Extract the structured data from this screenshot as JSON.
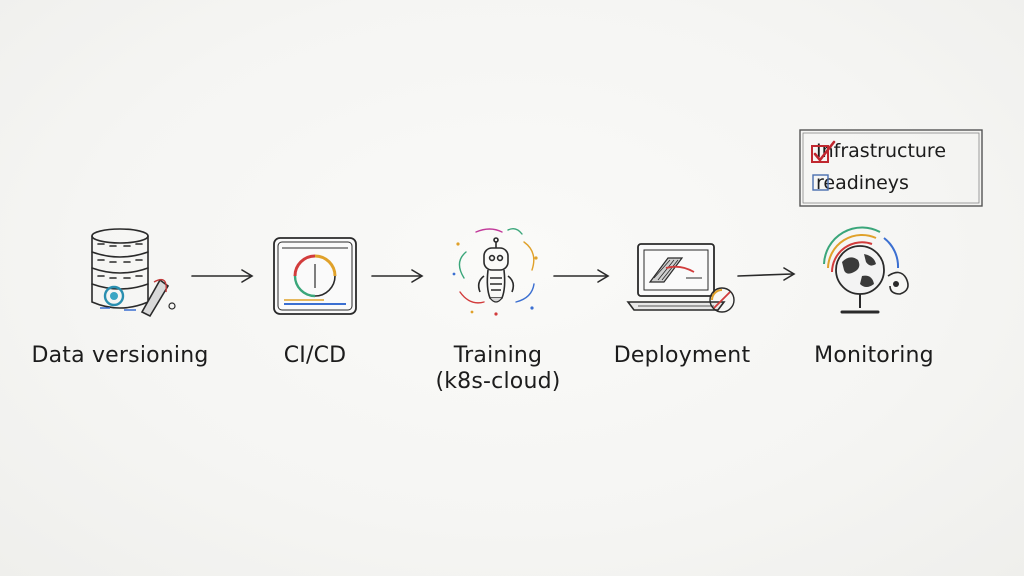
{
  "diagram": {
    "stages": [
      {
        "id": "data-versioning",
        "label": "Data versioning",
        "icon": "database-icon"
      },
      {
        "id": "ci-cd",
        "label": "CI/CD",
        "icon": "browser-window-icon"
      },
      {
        "id": "training",
        "label": "Training",
        "sublabel": "(k8s-cloud)",
        "icon": "robot-icon"
      },
      {
        "id": "deployment",
        "label": "Deployment",
        "icon": "laptop-icon"
      },
      {
        "id": "monitoring",
        "label": "Monitoring",
        "icon": "globe-icon"
      }
    ],
    "checklist": {
      "items": [
        {
          "label": "Infrastructure",
          "checked": true
        },
        {
          "label": "readineys",
          "checked": false
        }
      ],
      "check_color": "#c0282f"
    }
  }
}
